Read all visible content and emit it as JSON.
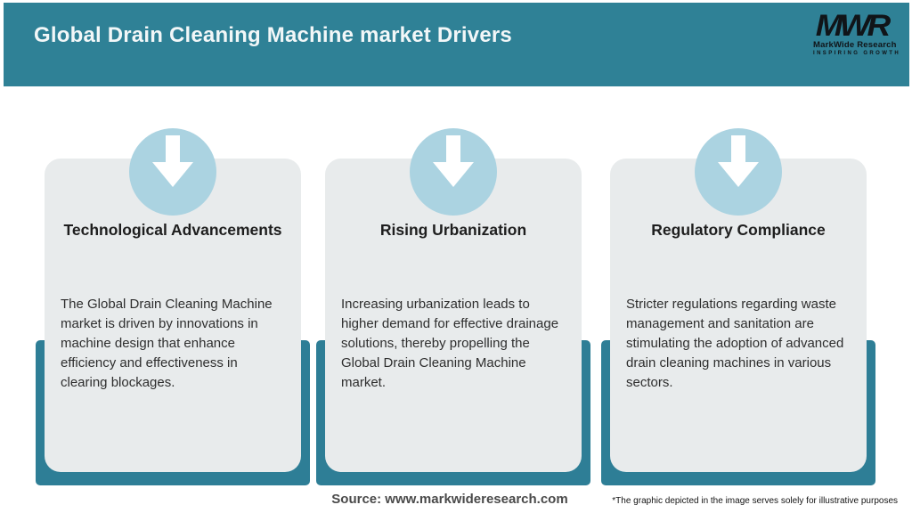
{
  "header": {
    "title": "Global Drain Cleaning Machine market Drivers",
    "logo": {
      "monogram": "MWR",
      "name": "MarkWide Research",
      "tagline": "INSPIRING GROWTH"
    }
  },
  "cards": [
    {
      "icon": "down-arrow-icon",
      "title": "Technological Advancements",
      "description": "The Global Drain Cleaning Machine market is driven by innovations in machine design that enhance efficiency and effectiveness in clearing blockages."
    },
    {
      "icon": "down-arrow-icon",
      "title": "Rising Urbanization",
      "description": "Increasing urbanization leads to higher demand for effective drainage solutions, thereby propelling the Global Drain Cleaning Machine market."
    },
    {
      "icon": "down-arrow-icon",
      "title": "Regulatory Compliance",
      "description": "Stricter regulations regarding waste management and sanitation are stimulating the adoption of advanced drain cleaning machines in various sectors."
    }
  ],
  "footer": {
    "source": "Source: www.markwideresearch.com",
    "disclaimer": "*The graphic depicted in the image serves solely for illustrative purposes"
  },
  "colors": {
    "header_teal": "#2F8196",
    "tray_teal": "#2E7E96",
    "card_gray": "#E8EBEC",
    "icon_blue": "#ABD3E1",
    "title_white": "#F2F7F8"
  }
}
